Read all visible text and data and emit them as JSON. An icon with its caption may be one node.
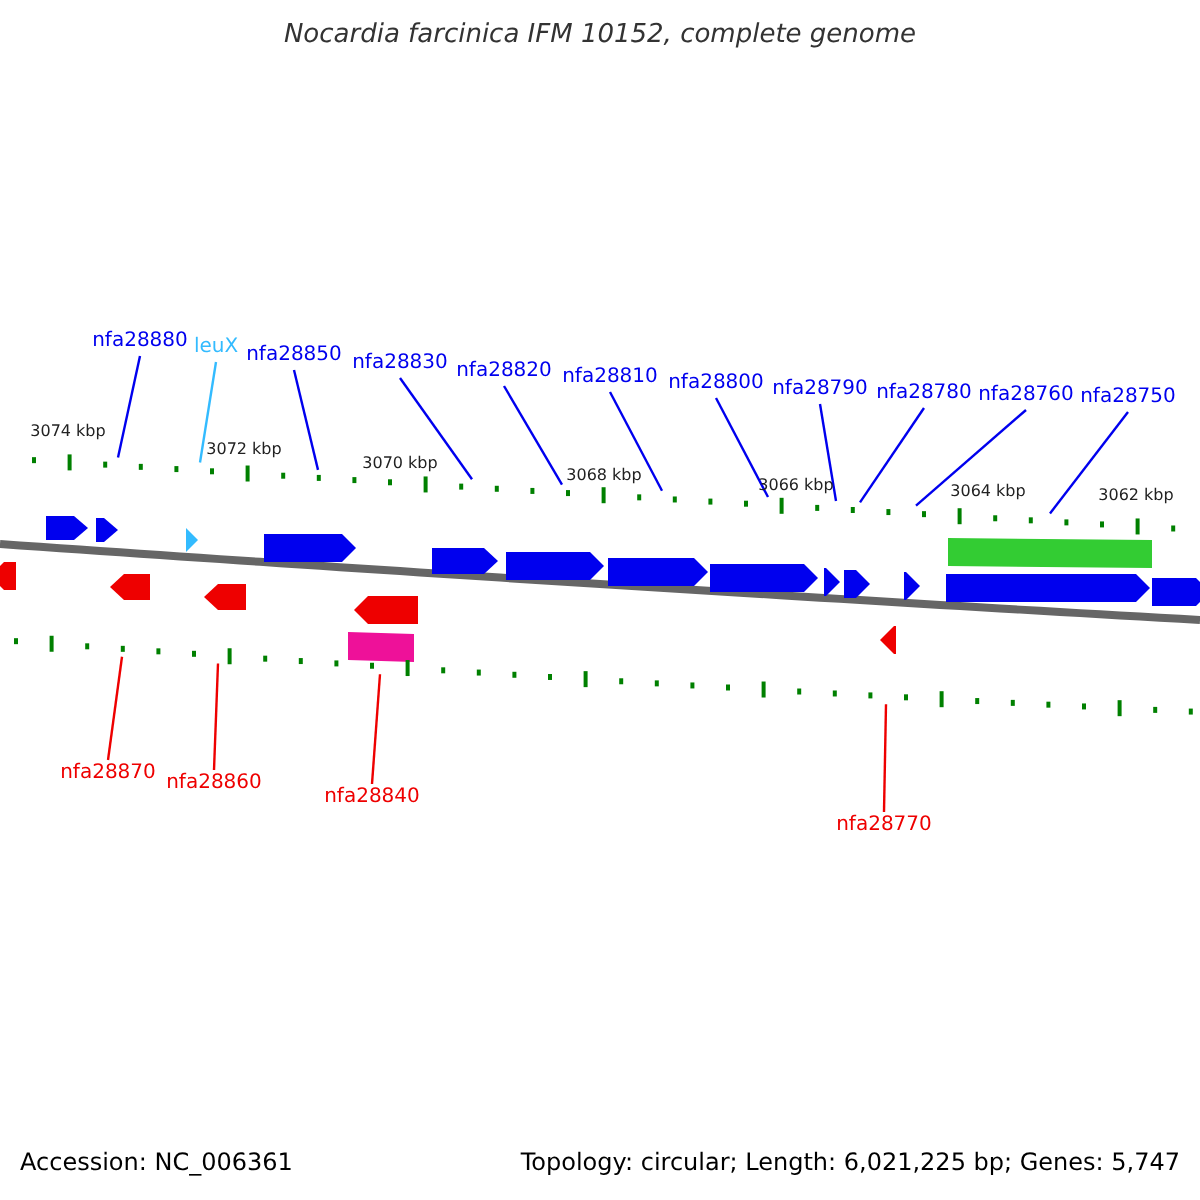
{
  "diagram": {
    "title": "Nocardia farcinica IFM 10152, complete genome",
    "nodes": [
      {
        "text": [
          "nfa28880"
        ]
      },
      {
        "text": [
          "leuX"
        ]
      },
      {
        "text": [
          "nfa28850"
        ]
      },
      {
        "text": [
          "nfa28830"
        ]
      },
      {
        "text": [
          "nfa28820"
        ]
      },
      {
        "text": [
          "nfa28810"
        ]
      },
      {
        "text": [
          "nfa28800"
        ]
      },
      {
        "text": [
          "nfa28790"
        ]
      },
      {
        "text": [
          "nfa28780"
        ]
      },
      {
        "text": [
          "nfa28760"
        ]
      },
      {
        "text": [
          "nfa28750"
        ]
      },
      {
        "text": [
          "nfa28870"
        ]
      },
      {
        "text": [
          "nfa28860"
        ]
      },
      {
        "text": [
          "nfa28840"
        ]
      },
      {
        "text": [
          "nfa28770"
        ]
      },
      {
        "text": [],
        "shape": "ruler"
      },
      {
        "text": [],
        "shape": "ruler"
      }
    ],
    "edges": [
      {
        "from": 0,
        "to": 15,
        "arrow": "none"
      },
      {
        "from": 1,
        "to": 15,
        "arrow": "none",
        "color": "#33bbff"
      },
      {
        "from": 2,
        "to": 15,
        "arrow": "none"
      },
      {
        "from": 3,
        "to": 15,
        "arrow": "none"
      },
      {
        "from": 4,
        "to": 15,
        "arrow": "none"
      },
      {
        "from": 5,
        "to": 15,
        "arrow": "none"
      },
      {
        "from": 6,
        "to": 15,
        "arrow": "none"
      },
      {
        "from": 7,
        "to": 15,
        "arrow": "none"
      },
      {
        "from": 8,
        "to": 15,
        "arrow": "none"
      },
      {
        "from": 9,
        "to": 15,
        "arrow": "none"
      },
      {
        "from": 10,
        "to": 15,
        "arrow": "none"
      },
      {
        "from": 11,
        "to": 16,
        "arrow": "none",
        "color": "#ee0000"
      },
      {
        "from": 12,
        "to": 16,
        "arrow": "none",
        "color": "#ee0000"
      },
      {
        "from": 13,
        "to": 16,
        "arrow": "none",
        "color": "#ee0000"
      },
      {
        "from": 14,
        "to": 16,
        "arrow": "none",
        "color": "#ee0000"
      }
    ],
    "labels": [
      "3074 kbp",
      "3072 kbp",
      "3070 kbp",
      "3068 kbp",
      "3066 kbp",
      "3064 kbp",
      "3062 kbp",
      "Accession: NC_006361",
      "Topology: circular; Length: 6,021,225 bp; Genes: 5,747"
    ]
  }
}
